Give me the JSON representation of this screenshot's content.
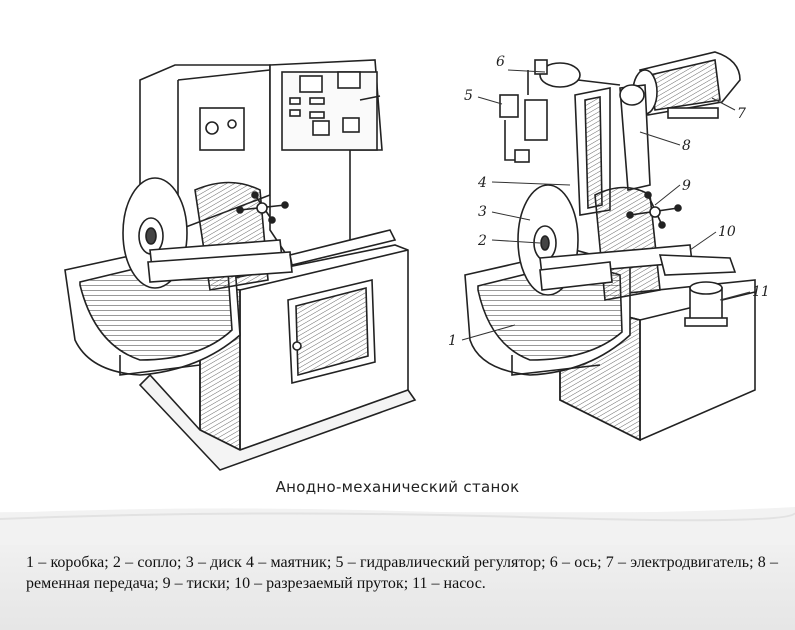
{
  "figure": {
    "caption": "Анодно-механический станок",
    "callouts": [
      {
        "n": "1"
      },
      {
        "n": "2"
      },
      {
        "n": "3"
      },
      {
        "n": "4"
      },
      {
        "n": "5"
      },
      {
        "n": "6"
      },
      {
        "n": "7"
      },
      {
        "n": "8"
      },
      {
        "n": "9"
      },
      {
        "n": "10"
      },
      {
        "n": "11"
      }
    ]
  },
  "legend": {
    "text": "1 – коробка; 2 – сопло; 3 – диск 4 – маятник; 5 – гидравлический регулятор; 6 – ось; 7 – электродвигатель; 8 – ременная передача; 9 – тиски; 10 – разрезаемый пруток; 11 – насос."
  }
}
